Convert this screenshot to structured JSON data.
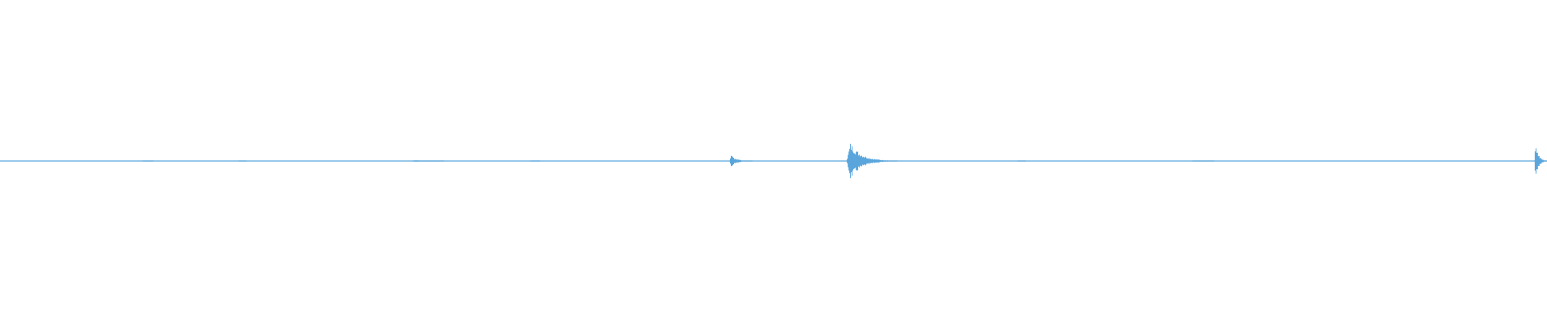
{
  "waveform": {
    "wave_color": "#5aa6dc",
    "background_color": "#ffffff",
    "peaks": [
      {
        "position": 0.0923,
        "amplitude": 0.004,
        "length": 0.007
      },
      {
        "position": 0.1543,
        "amplitude": 0.003,
        "length": 0.005
      },
      {
        "position": 0.2671,
        "amplitude": 0.006,
        "length": 0.02
      },
      {
        "position": 0.3432,
        "amplitude": 0.002,
        "length": 0.006
      },
      {
        "position": 0.4716,
        "amplitude": 0.04,
        "length": 0.015
      },
      {
        "position": 0.5472,
        "amplitude": 0.12,
        "length": 0.033
      },
      {
        "position": 0.6582,
        "amplitude": 0.002,
        "length": 0.005
      },
      {
        "position": 0.771,
        "amplitude": 0.003,
        "length": 0.014
      },
      {
        "position": 0.9918,
        "amplitude": 0.14,
        "length": 0.0082
      }
    ]
  }
}
